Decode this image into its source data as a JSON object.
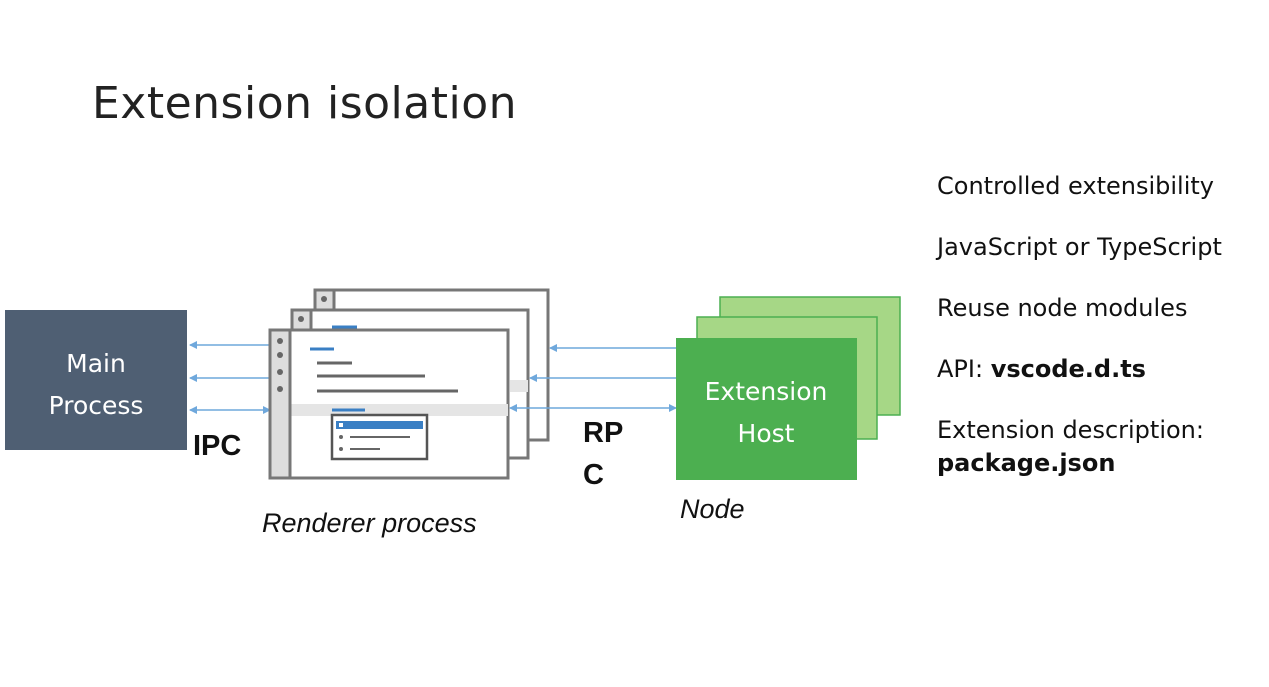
{
  "slide": {
    "title": "Extension isolation"
  },
  "diagram": {
    "main_process": {
      "label_line1": "Main",
      "label_line2": "Process",
      "color": "#4f5f73"
    },
    "ipc_label": "IPC",
    "renderer_label": "Renderer process",
    "rpc_label_line1": "RP",
    "rpc_label_line2": "C",
    "extension_host": {
      "label_line1": "Extension",
      "label_line2": "Host",
      "color": "#4caf50",
      "back_color": "#a6d786"
    },
    "node_label": "Node",
    "arrow_color": "#6fa8dc",
    "accent_blue": "#3a7fc4"
  },
  "bullets": [
    {
      "text": "Controlled extensibility",
      "bold": ""
    },
    {
      "text": "JavaScript or TypeScript",
      "bold": ""
    },
    {
      "text": "Reuse node modules",
      "bold": ""
    },
    {
      "text": "API: ",
      "bold": "vscode.d.ts"
    },
    {
      "text": "Extension description: ",
      "bold": "package.json"
    }
  ]
}
